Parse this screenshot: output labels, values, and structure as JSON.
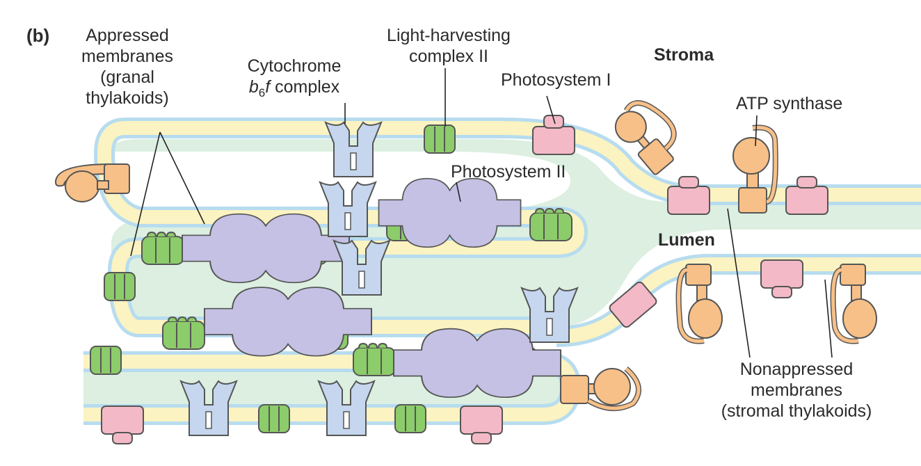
{
  "panel_label": "(b)",
  "labels": {
    "appressed": [
      "Appressed",
      "membranes",
      "(granal",
      "thylakoids)"
    ],
    "cytochrome": {
      "line1": "Cytochrome",
      "b": "b",
      "sub": "6",
      "f": "f",
      "rest": " complex"
    },
    "lhc": [
      "Light-harvesting",
      "complex II"
    ],
    "psi": "Photosystem I",
    "psii": "Photosystem II",
    "stroma": "Stroma",
    "atp": "ATP synthase",
    "lumen": "Lumen",
    "nonappressed": [
      "Nonappressed",
      "membranes",
      "(stromal thylakoids)"
    ]
  },
  "colors": {
    "membrane_outline": "#b7dcef",
    "membrane_fill": "#fbf3c1",
    "lumen": "#dcefe0",
    "lhc_green": "#8ccc6a",
    "cytochrome_blue": "#c5d6ee",
    "psii_purple": "#c4c1e4",
    "psi_pink": "#f4b9c6",
    "atp_orange": "#f7c088",
    "outline": "#555555"
  }
}
